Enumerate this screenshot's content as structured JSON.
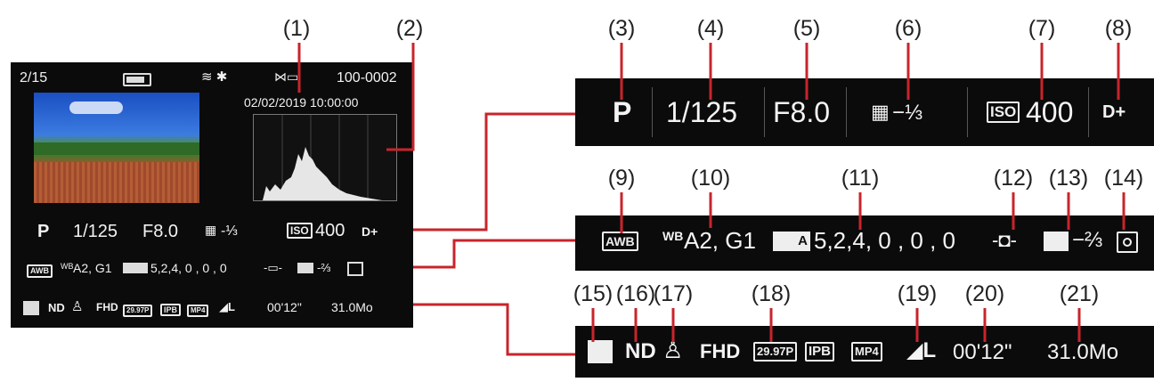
{
  "callouts": [
    "(1)",
    "(2)",
    "(3)",
    "(4)",
    "(5)",
    "(6)",
    "(7)",
    "(8)",
    "(9)",
    "(10)",
    "(11)",
    "(12)",
    "(13)",
    "(14)",
    "(15)",
    "(16)",
    "(17)",
    "(18)",
    "(19)",
    "(20)",
    "(21)"
  ],
  "lcd": {
    "frame": "2/15",
    "folder_file": "100-0002",
    "datetime": "02/02/2019 10:00:00",
    "mode": "P",
    "shutter": "1/125",
    "aperture": "F8.0",
    "exposure_comp": "-⅓",
    "iso_label": "ISO",
    "iso_value": "400",
    "dplus": "D+",
    "wb_label": "AWB",
    "wb_shift_label": "WB",
    "wb_shift": "A2, G1",
    "picture_style": "5,2,4, 0 , 0 , 0",
    "flash_comp": "-⅔",
    "nd": "ND",
    "movie_size": "FHD",
    "frame_rate": "29.97P",
    "compression": "IPB",
    "format": "MP4",
    "quality": "L",
    "duration": "00'12\"",
    "file_size": "31.0Mo"
  },
  "bar1": {
    "mode": "P",
    "shutter": "1/125",
    "aperture": "F8.0",
    "exposure_comp": "−⅓",
    "iso_label": "ISO",
    "iso_value": "400",
    "dplus": "D+"
  },
  "bar2": {
    "wb_label": "AWB",
    "wb_shift_label": "WB",
    "wb_shift": "A2, G1",
    "picture_style_label": "A",
    "picture_style": "5,2,4, 0 , 0 , 0",
    "flash_comp": "−⅔"
  },
  "bar3": {
    "nd": "ND",
    "movie_size": "FHD",
    "frame_rate": "29.97P",
    "compression": "IPB",
    "format": "MP4",
    "quality": "L",
    "duration": "00'12\"",
    "file_size": "31.0Mo"
  },
  "colors": {
    "leader": "#c8242b",
    "panel": "#0b0b0b",
    "text": "#f2f2f2"
  }
}
